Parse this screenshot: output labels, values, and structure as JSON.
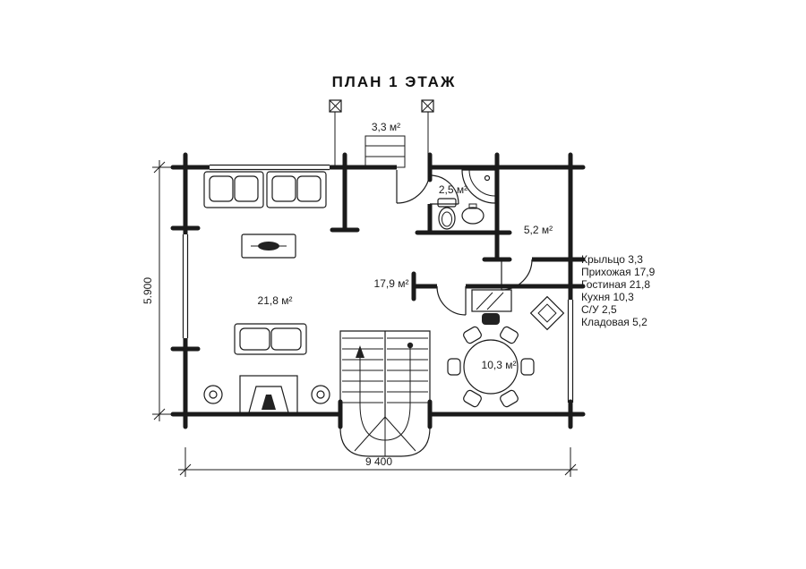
{
  "title": "ПЛАН 1 ЭТАЖ",
  "rooms": {
    "porch_area": "3,3 м²",
    "bathroom_area": "2,5 м²",
    "storage_area": "5,2 м²",
    "hallway_area": "17,9 м²",
    "living_area": "21,8 м²",
    "kitchen_area": "10,3 м²"
  },
  "legend": {
    "items": [
      "Крыльцо 3,3",
      "Прихожая 17,9",
      "Гостиная 21,8",
      "Кухня 10,3",
      "С/У 2,5",
      "Кладовая 5,2"
    ]
  },
  "dimensions": {
    "width_label": "9 400",
    "height_label": "5.900"
  },
  "colors": {
    "ink": "#1b1b1b",
    "background": "#ffffff"
  }
}
